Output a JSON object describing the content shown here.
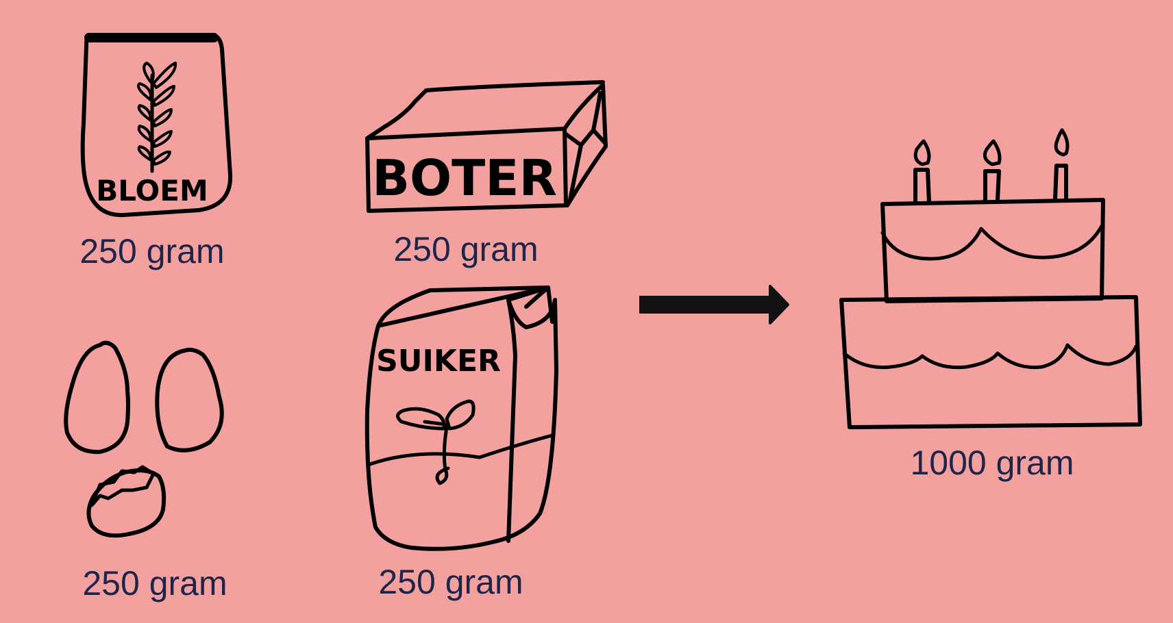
{
  "diagram": {
    "inputs": [
      {
        "id": "flour",
        "package_text": "BLOEM",
        "quantity": "250 gram",
        "icon": "flour-bag-icon"
      },
      {
        "id": "butter",
        "package_text": "BOTER",
        "quantity": "250 gram",
        "icon": "butter-block-icon"
      },
      {
        "id": "eggs",
        "quantity": "250 gram",
        "icon": "eggs-icon"
      },
      {
        "id": "sugar",
        "package_text": "SUIKER",
        "quantity": "250 gram",
        "icon": "sugar-bag-icon"
      }
    ],
    "arrow_icon": "right-arrow-icon",
    "output": {
      "id": "cake",
      "quantity": "1000 gram",
      "icon": "birthday-cake-icon"
    }
  },
  "colors": {
    "background": "#f2a19f",
    "ink": "#000000",
    "label": "#1e2548"
  }
}
